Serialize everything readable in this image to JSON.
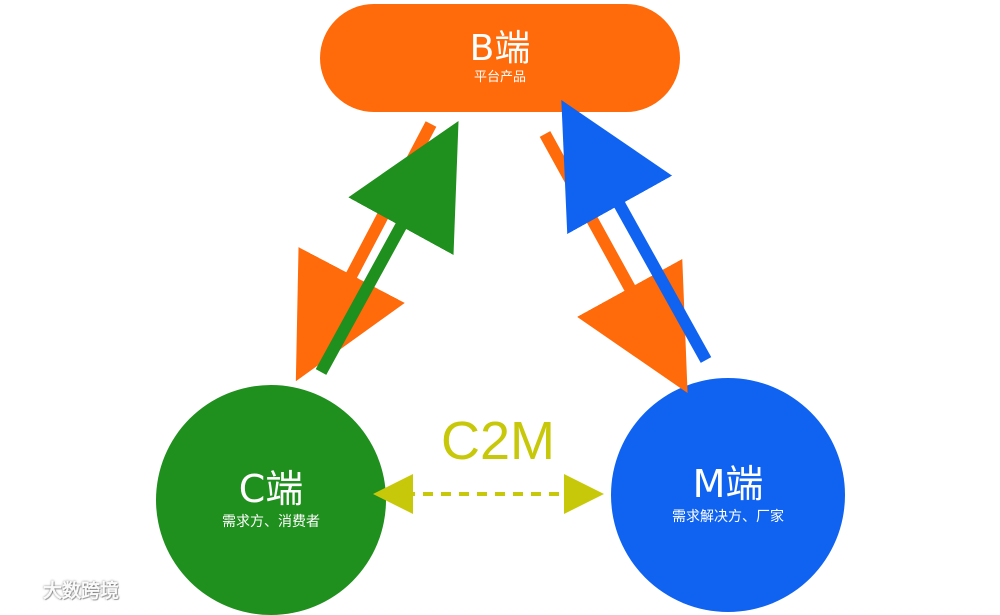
{
  "diagram": {
    "center_label": "C2M",
    "nodes": {
      "b": {
        "title": "B端",
        "subtitle": "平台产品",
        "color": "#ff6a0a"
      },
      "c": {
        "title": "C端",
        "subtitle": "需求方、消费者",
        "color": "#1f8f1d"
      },
      "m": {
        "title": "M端",
        "subtitle": "需求解决方、厂家",
        "color": "#0f63f0"
      }
    },
    "connector_colors": {
      "orange": "#ff6a0a",
      "green": "#1f8f1d",
      "blue": "#0f63f0",
      "dashed": "#c8c80a"
    }
  },
  "watermark": {
    "text": "大数跨境",
    "logo_name": "watermark-logo"
  }
}
